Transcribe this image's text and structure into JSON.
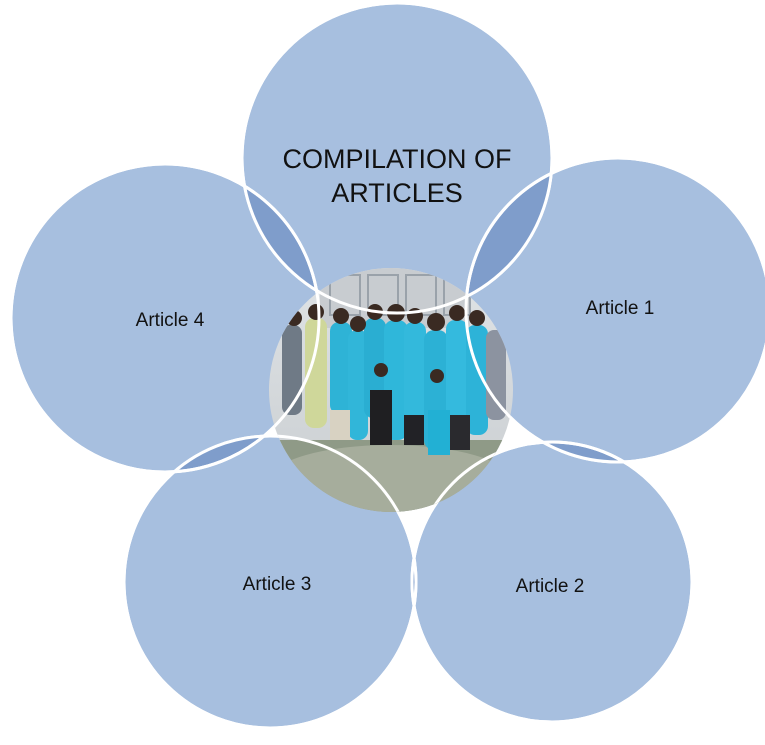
{
  "colors": {
    "circle_fill": "#a7bfdf",
    "overlap_fill": "#7f9dcb",
    "circle_stroke": "#ffffff",
    "background": "#ffffff"
  },
  "center_image": {
    "icon": "group-photo"
  },
  "circles": [
    {
      "id": "top",
      "label": "COMPILATION OF ARTICLES"
    },
    {
      "id": "right",
      "label": "Article 1"
    },
    {
      "id": "bottom-right",
      "label": "Article 2"
    },
    {
      "id": "bottom-left",
      "label": "Article 3"
    },
    {
      "id": "left",
      "label": "Article 4"
    }
  ]
}
